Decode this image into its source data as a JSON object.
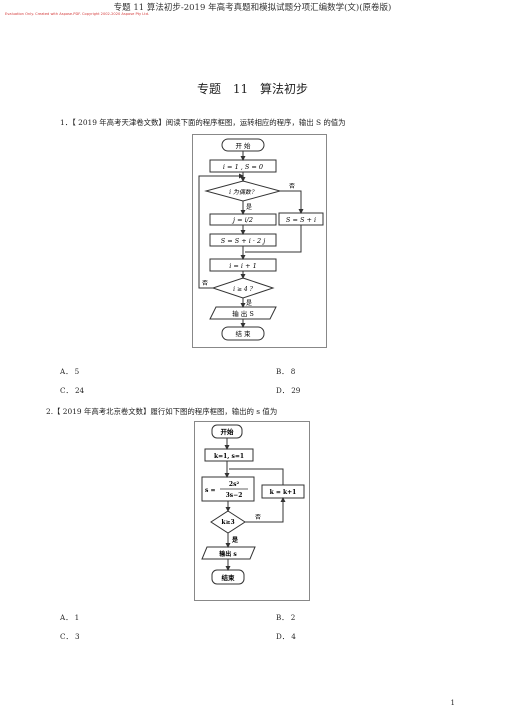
{
  "header": {
    "title": "专题 11 算法初步-2019 年高考真题和模拟试题分项汇编数学(文)(原卷版)",
    "watermark": "Evaluation Only. Created with Aspose.PDF. Copyright 2002-2020 Aspose Pty Ltd."
  },
  "section_title": "专题 11 算法初步",
  "q1": {
    "text": "1．【 2019 年高考天津卷文数】阅读下面的程序框图，运转相应的程序，输出 S 的值为",
    "flowchart": {
      "start": "开 始",
      "init": "i = 1 ,  S = 0",
      "cond1": "i 为偶数？",
      "no1": "否",
      "yes1": "是",
      "j": "j = i/2",
      "sum1": "S = S + i",
      "s2": "S = S + i · 2 j",
      "inc": "i = i + 1",
      "cond2": "i ≥ 4 ?",
      "no2": "否",
      "yes2": "是",
      "output": "输 出 S",
      "end": "结 束"
    },
    "options": {
      "a": "A． 5",
      "b": "B． 8",
      "c": "C． 24",
      "d": "D． 29"
    }
  },
  "q2": {
    "text": "2.【 2019 年高考北京卷文数】履行如下图的程序框图，输出的 s 值为",
    "flowchart": {
      "start": "开始",
      "init": "k=1, s=1",
      "num": "2s²",
      "den": "3s−2",
      "sassign": "s =",
      "kinc": "k = k+1",
      "cond": "k≥3",
      "no": "否",
      "yes": "是",
      "output": "输出 s",
      "end": "结束"
    },
    "options": {
      "a": "A． 1",
      "b": "B． 2",
      "c": "C． 3",
      "d": "D． 4"
    }
  },
  "page_number": "1"
}
